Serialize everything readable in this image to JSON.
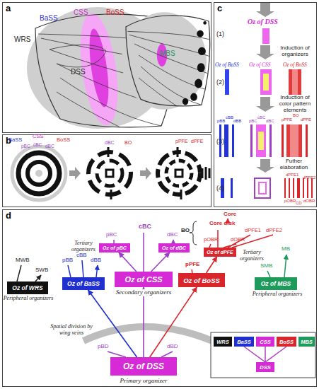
{
  "diagram": {
    "nodes": [
      {
        "text": [
          "a"
        ]
      },
      {
        "text": [
          "b"
        ]
      },
      {
        "text": [
          "c"
        ]
      },
      {
        "text": [
          "d"
        ]
      },
      {
        "text": [
          "Oz of pBC"
        ],
        "in": 3
      },
      {
        "text": [
          "Oz of dBC"
        ],
        "in": 3
      },
      {
        "text": [
          "Oz of dPFE"
        ],
        "in": 3
      },
      {
        "text": [
          "Oz of WRS"
        ],
        "in": 3
      },
      {
        "text": [
          "Oz of BaSS"
        ],
        "in": 3
      },
      {
        "text": [
          "Oz of CSS"
        ],
        "in": 3
      },
      {
        "text": [
          "Oz of BoSS"
        ],
        "in": 3
      },
      {
        "text": [
          "Oz of MBS"
        ],
        "in": 3
      },
      {
        "text": [
          "Oz of DSS"
        ],
        "in": 3
      }
    ],
    "edges": [
      {
        "from": 12,
        "to": 8,
        "arrow": "to"
      },
      {
        "from": 12,
        "to": 9,
        "arrow": "to"
      },
      {
        "from": 12,
        "to": 10,
        "arrow": "to"
      },
      {
        "from": 9,
        "to": 4,
        "arrow": "to"
      },
      {
        "from": 9,
        "to": 5,
        "arrow": "to"
      },
      {
        "from": 10,
        "to": 6,
        "arrow": "to"
      }
    ],
    "labels": [
      "WRS",
      "BaSS",
      "CSS",
      "BoSS",
      "MBS",
      "DSS",
      "BaSS",
      "CSS",
      "BoSS",
      "pBC",
      "cBC",
      "dBC",
      "dBC",
      "BO",
      "pPFE",
      "dPFE",
      "Oz of DSS",
      "(1)",
      "Induction of organizers",
      "Oz of BaSS",
      "Oz of CSS",
      "Oz of BoSS",
      "(2)",
      "Induction of color pattern elements",
      "pBB",
      "cBB",
      "dBB",
      "pBC",
      "cBC",
      "dBC",
      "pPFE",
      "BO",
      "dPFE",
      "(3)",
      "Futher elaboration",
      "dPFE1",
      "dPFE2",
      "pOBR",
      "CD",
      "dOBR",
      "(4)",
      "Core",
      "Core disk",
      "dPFE1",
      "dPFE2",
      "BO",
      "pOBR",
      "dOBR",
      "pBC",
      "cBC",
      "dBC",
      "pPFE",
      "MB",
      "SMB",
      "MWB",
      "SWB",
      "pBB",
      "cBB",
      "dBB",
      "Tertiary organizers",
      "Tertiary organizers",
      "Secondary organizers",
      "Peripheral organizers",
      "Peripheral organizers",
      "Spatial division by wing veins",
      "pBD",
      "dBD",
      "Primary organizer"
    ],
    "legend": [
      {
        "text": "WRS",
        "color": "#111111"
      },
      {
        "text": "BaSS",
        "color": "#1f2fd0"
      },
      {
        "text": "CSS",
        "color": "#d62ad6"
      },
      {
        "text": "BoSS",
        "color": "#d9262c"
      },
      {
        "text": "MBS",
        "color": "#1e9a5a"
      },
      {
        "text": "DSS",
        "color": "#d62ad6"
      }
    ]
  }
}
